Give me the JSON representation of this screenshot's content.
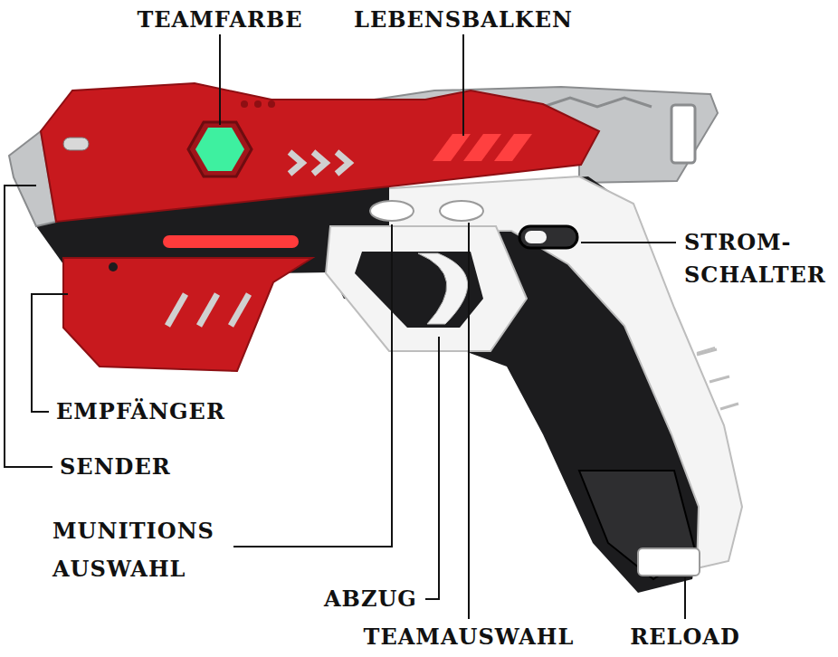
{
  "diagram": {
    "labels": [
      "TEAMFARBE",
      "LEBENSBALKEN",
      "STROM- SCHALTER",
      "EMPFÄNGER",
      "SENDER",
      "MUNITIONS AUSWAHL",
      "ABZUG",
      "TEAMAUSWAHL",
      "RELOAD"
    ]
  }
}
